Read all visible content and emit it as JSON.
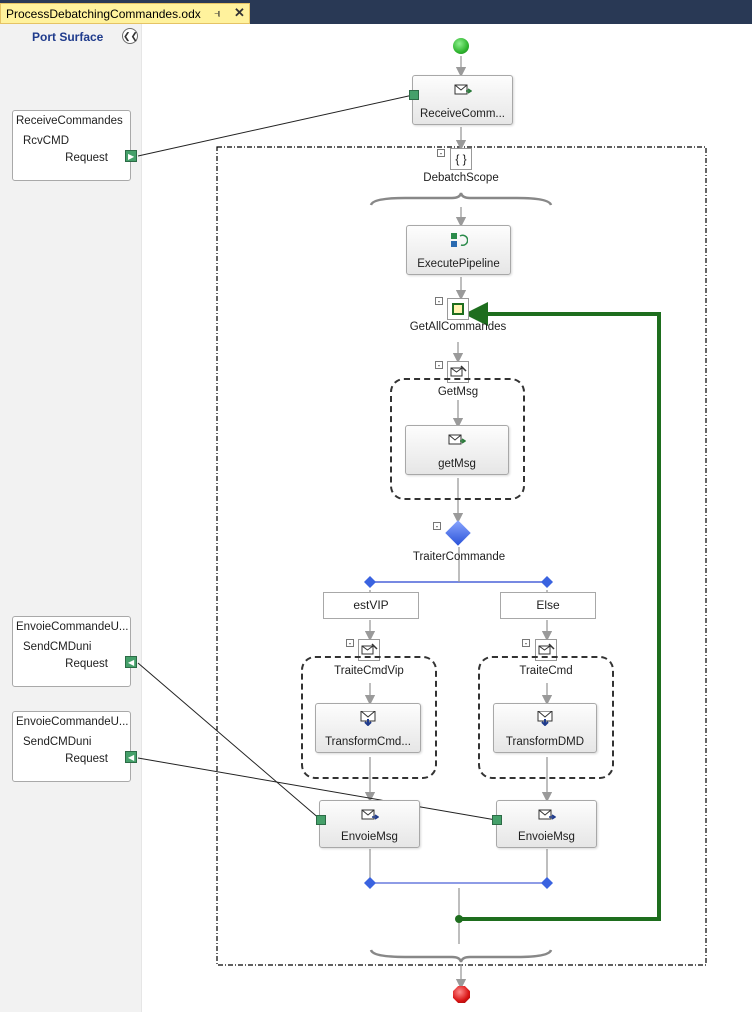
{
  "tab": {
    "title": "ProcessDebatchingCommandes.odx",
    "pin_icon": "pin-icon",
    "close_icon": "close-icon"
  },
  "port_surface": {
    "title": "Port Surface",
    "ports": [
      {
        "name": "ReceiveCommandes",
        "operation": "RcvCMD",
        "message": "Request"
      },
      {
        "name": "EnvoieCommandeU...",
        "operation": "SendCMDuni",
        "message": "Request"
      },
      {
        "name": "EnvoieCommandeU...",
        "operation": "SendCMDuni",
        "message": "Request"
      }
    ]
  },
  "orchestration": {
    "receive": "ReceiveComm...",
    "scope": "DebatchScope",
    "pipeline": "ExecutePipeline",
    "loop": "GetAllCommandes",
    "getmsg_scope": "GetMsg",
    "getmsg_shape": "getMsg",
    "decide": "TraiterCommande",
    "branch_left": "estVIP",
    "branch_right": "Else",
    "construct_left": "TraiteCmdVip",
    "construct_right": "TraiteCmd",
    "transform_left": "TransformCmd...",
    "transform_right": "TransformDMD",
    "send_left": "EnvoieMsg",
    "send_right": "EnvoieMsg"
  },
  "colors": {
    "loop_arrow": "#1e6e1e",
    "start": "#2fb52f",
    "end": "#d81414",
    "decide": "#3a63e0",
    "port_connector": "#45a06a"
  }
}
